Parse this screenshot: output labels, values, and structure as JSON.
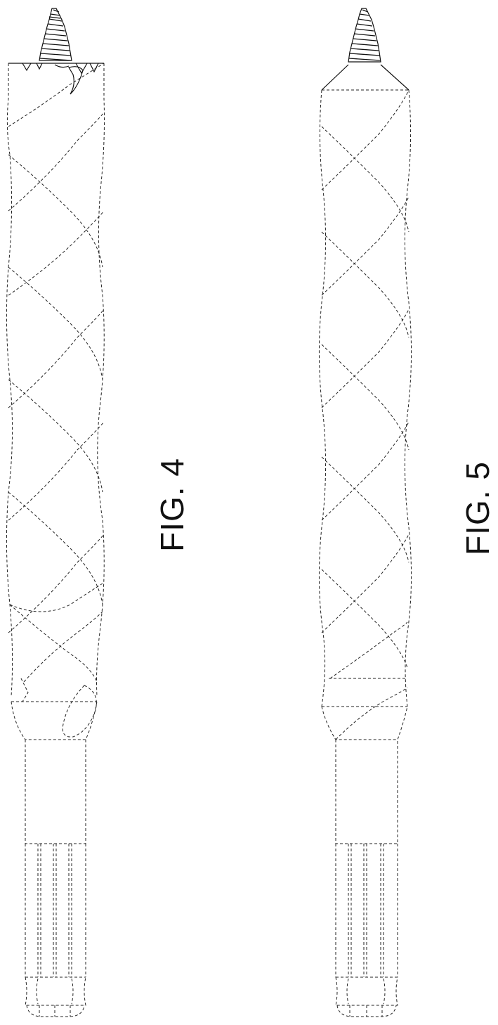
{
  "figures": [
    {
      "id": "fig4",
      "label": "FIG. 4"
    },
    {
      "id": "fig5",
      "label": "FIG. 5"
    }
  ]
}
